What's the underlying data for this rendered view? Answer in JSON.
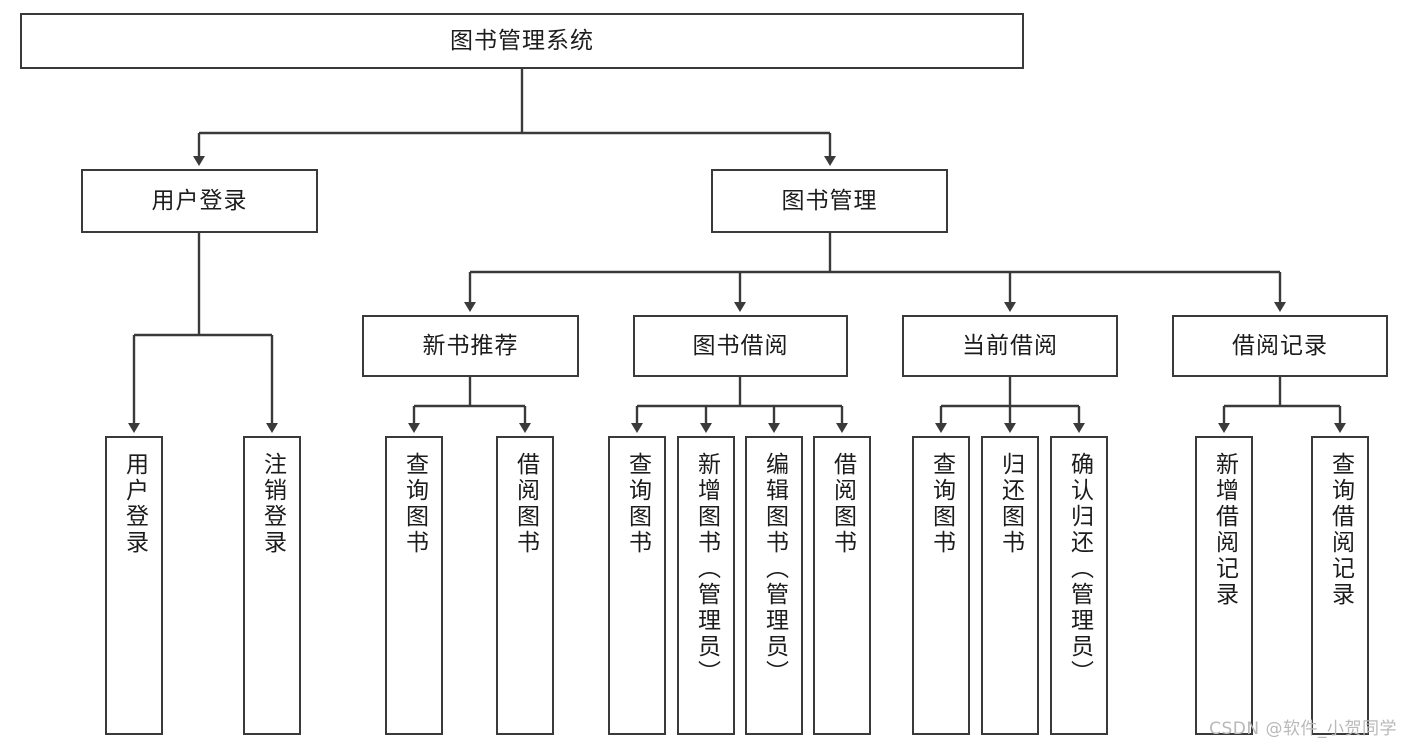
{
  "diagram": {
    "title": "图书管理系统",
    "watermark": "CSDN @软件_小贺同学",
    "stroke_color": "#3a3a3a",
    "background_color": "#ffffff",
    "type": "tree-hierarchy",
    "nodes": {
      "root": {
        "label": "图书管理系统"
      },
      "level2": [
        {
          "label": "用户登录"
        },
        {
          "label": "图书管理"
        }
      ],
      "level3": [
        {
          "label": "新书推荐"
        },
        {
          "label": "图书借阅"
        },
        {
          "label": "当前借阅"
        },
        {
          "label": "借阅记录"
        }
      ],
      "leaves": {
        "user_login": [
          {
            "label": "用户登录"
          },
          {
            "label": "注销登录"
          }
        ],
        "new_book": [
          {
            "label": "查询图书"
          },
          {
            "label": "借阅图书"
          }
        ],
        "book_borrow": [
          {
            "label": "查询图书"
          },
          {
            "label": "新增图书（管理员）"
          },
          {
            "label": "编辑图书（管理员）"
          },
          {
            "label": "借阅图书"
          }
        ],
        "current_borrow": [
          {
            "label": "查询图书"
          },
          {
            "label": "归还图书"
          },
          {
            "label": "确认归还（管理员）"
          }
        ],
        "borrow_record": [
          {
            "label": "新增借阅记录"
          },
          {
            "label": "查询借阅记录"
          }
        ]
      }
    }
  }
}
